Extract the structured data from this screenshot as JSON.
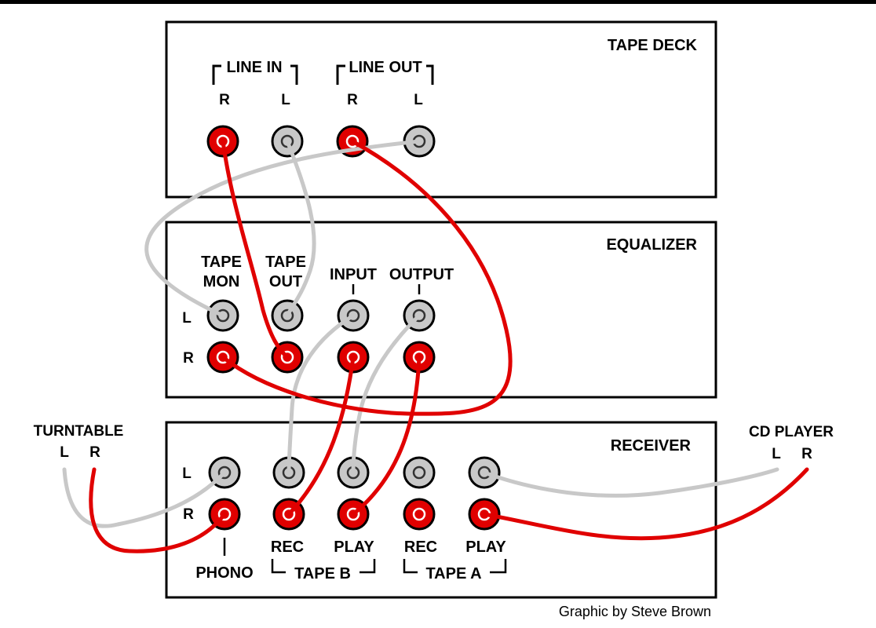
{
  "diagram": {
    "tape_deck": {
      "title": "TAPE DECK",
      "line_in": "LINE IN",
      "line_out": "LINE OUT",
      "ch_r1": "R",
      "ch_l1": "L",
      "ch_r2": "R",
      "ch_l2": "L"
    },
    "equalizer": {
      "title": "EQUALIZER",
      "tape_mon_1": "TAPE",
      "tape_mon_2": "MON",
      "tape_out_1": "TAPE",
      "tape_out_2": "OUT",
      "input": "INPUT",
      "output": "OUTPUT",
      "row_l": "L",
      "row_r": "R"
    },
    "receiver": {
      "title": "RECEIVER",
      "row_l": "L",
      "row_r": "R",
      "phono": "PHONO",
      "rec_b": "REC",
      "play_b": "PLAY",
      "rec_a": "REC",
      "play_a": "PLAY",
      "tape_b": "TAPE B",
      "tape_a": "TAPE A"
    },
    "turntable": {
      "title": "TURNTABLE",
      "l": "L",
      "r": "R"
    },
    "cd_player": {
      "title": "CD PLAYER",
      "l": "L",
      "r": "R"
    },
    "credit": "Graphic by Steve Brown",
    "colors": {
      "red_cable": "#e00000",
      "gray_cable": "#c8c8c8",
      "red_jack": "#e00000",
      "gray_jack": "#c8c8c8"
    }
  }
}
